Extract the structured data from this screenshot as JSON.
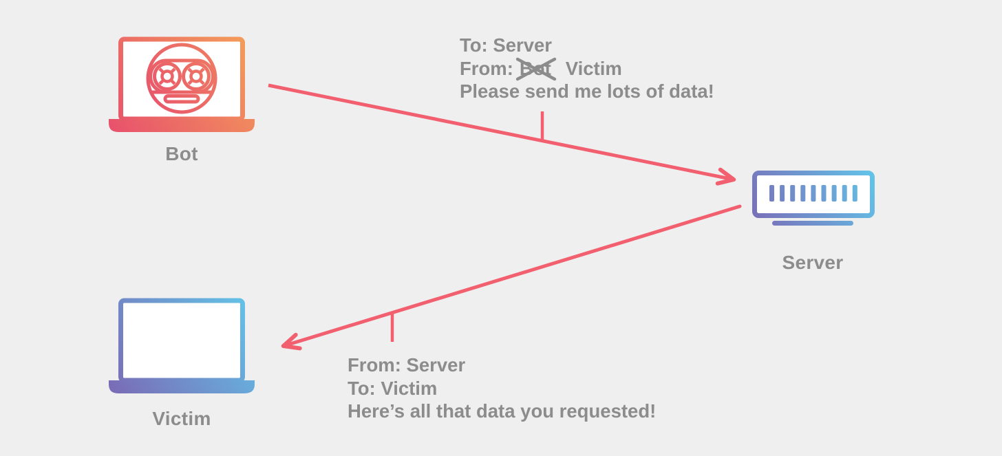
{
  "background_color": "#efeff0",
  "palette": {
    "arrow_color": "#f25f6e",
    "text_color": "#8c8c8c",
    "bot_gradient_start": "#e74f6d",
    "bot_gradient_end": "#f4a159",
    "cool_gradient_start": "#7b68b5",
    "cool_gradient_end": "#61c7ea"
  },
  "nodes": {
    "bot": {
      "label": "Bot",
      "icon": "robot-laptop-icon"
    },
    "server": {
      "label": "Server",
      "icon": "server-icon"
    },
    "victim": {
      "label": "Victim",
      "icon": "laptop-icon"
    }
  },
  "edges": [
    {
      "from": "Bot",
      "to": "Server",
      "style": "arrow"
    },
    {
      "from": "Server",
      "to": "Victim",
      "style": "arrow"
    }
  ],
  "messages": {
    "request": {
      "line1": "To: Server",
      "line2_prefix": "From:",
      "line2_crossed": "Bot",
      "line2_suffix": "Victim",
      "line3": "Please send me lots of data!"
    },
    "response": {
      "line1": "From: Server",
      "line2": "To: Victim",
      "line3": "Here’s all that data you requested!"
    }
  }
}
